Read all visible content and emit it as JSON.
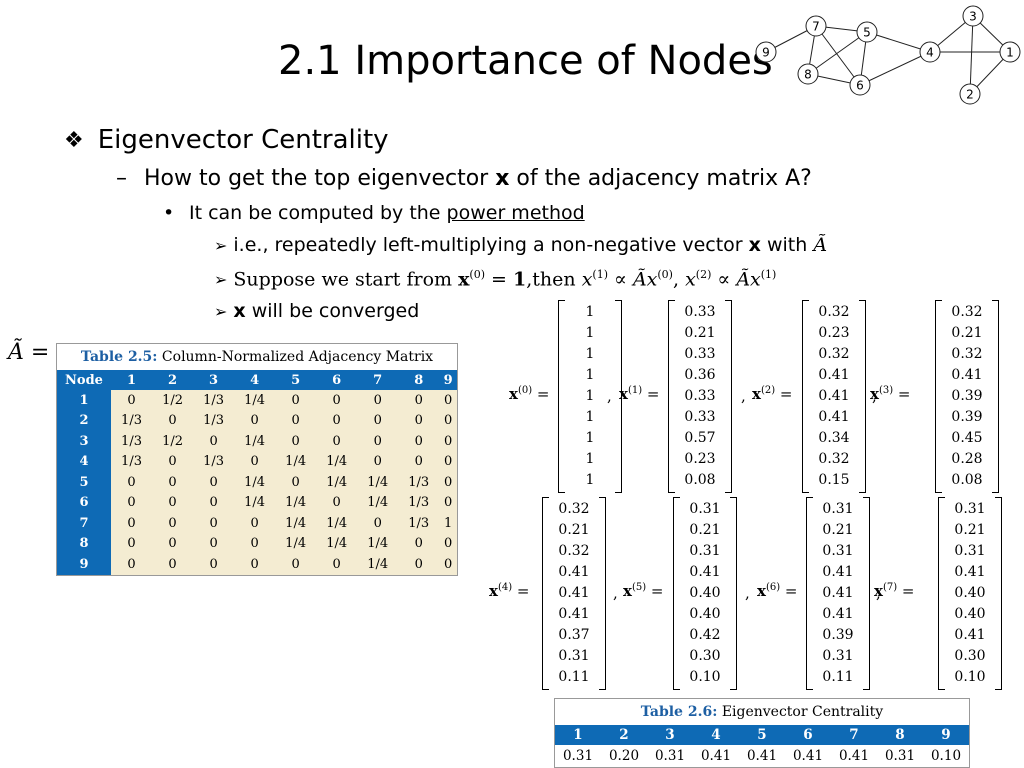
{
  "title": "2.1 Importance of Nodes",
  "graph": {
    "nodes": [
      "1",
      "2",
      "3",
      "4",
      "5",
      "6",
      "7",
      "8",
      "9"
    ],
    "edges": [
      [
        "9",
        "7"
      ],
      [
        "7",
        "5"
      ],
      [
        "7",
        "6"
      ],
      [
        "7",
        "8"
      ],
      [
        "8",
        "5"
      ],
      [
        "8",
        "6"
      ],
      [
        "5",
        "6"
      ],
      [
        "5",
        "4"
      ],
      [
        "6",
        "4"
      ],
      [
        "4",
        "3"
      ],
      [
        "4",
        "1"
      ],
      [
        "3",
        "1"
      ],
      [
        "3",
        "2"
      ],
      [
        "1",
        "2"
      ]
    ]
  },
  "bullets": {
    "l1": "Eigenvector Centrality",
    "l2": "How to get the top eigenvector x of the adjacency matrix A?",
    "l2_parts": {
      "pre": "How to get the top eigenvector ",
      "bold": "x",
      "post": " of the adjacency matrix A?"
    },
    "l3_pre": "It can be computed by the ",
    "l3_link": "power method",
    "l4a": {
      "pre": "i.e., repeatedly left-multiplying a non-negative vector ",
      "bold": "x",
      "mid": " with ",
      "sym": "Ã"
    },
    "l4b": {
      "text": "Suppose we start from ",
      "x0": "x",
      "sup0": "(0)",
      "eq1": " = ",
      "one": "1",
      "then": ",then ",
      "x1": "x",
      "sup1": "(1)",
      "prop": " ∝ ",
      "ax0": "Ãx",
      "comma": ", ",
      "x2": "x",
      "sup2": "(2)",
      "ax1": "Ãx"
    },
    "l4c": {
      "bold": "x",
      "rest": " will be converged"
    }
  },
  "a_tilde": {
    "sym": "Ã",
    "eq": " ="
  },
  "table25": {
    "label": "Table 2.5:",
    "caption": "Column-Normalized Adjacency Matrix",
    "header": [
      "Node",
      "1",
      "2",
      "3",
      "4",
      "5",
      "6",
      "7",
      "8",
      "9"
    ],
    "rows": [
      [
        "1",
        "0",
        "1/2",
        "1/3",
        "1/4",
        "0",
        "0",
        "0",
        "0",
        "0"
      ],
      [
        "2",
        "1/3",
        "0",
        "1/3",
        "0",
        "0",
        "0",
        "0",
        "0",
        "0"
      ],
      [
        "3",
        "1/3",
        "1/2",
        "0",
        "1/4",
        "0",
        "0",
        "0",
        "0",
        "0"
      ],
      [
        "4",
        "1/3",
        "0",
        "1/3",
        "0",
        "1/4",
        "1/4",
        "0",
        "0",
        "0"
      ],
      [
        "5",
        "0",
        "0",
        "0",
        "1/4",
        "0",
        "1/4",
        "1/4",
        "1/3",
        "0"
      ],
      [
        "6",
        "0",
        "0",
        "0",
        "1/4",
        "1/4",
        "0",
        "1/4",
        "1/3",
        "0"
      ],
      [
        "7",
        "0",
        "0",
        "0",
        "0",
        "1/4",
        "1/4",
        "0",
        "1/3",
        "1"
      ],
      [
        "8",
        "0",
        "0",
        "0",
        "0",
        "1/4",
        "1/4",
        "1/4",
        "0",
        "0"
      ],
      [
        "9",
        "0",
        "0",
        "0",
        "0",
        "0",
        "0",
        "1/4",
        "0",
        "0"
      ]
    ]
  },
  "vectors": [
    {
      "name": "x",
      "sup": "(0)",
      "values": [
        "1",
        "1",
        "1",
        "1",
        "1",
        "1",
        "1",
        "1",
        "1"
      ]
    },
    {
      "name": "x",
      "sup": "(1)",
      "values": [
        "0.33",
        "0.21",
        "0.33",
        "0.36",
        "0.33",
        "0.33",
        "0.57",
        "0.23",
        "0.08"
      ]
    },
    {
      "name": "x",
      "sup": "(2)",
      "values": [
        "0.32",
        "0.23",
        "0.32",
        "0.41",
        "0.41",
        "0.41",
        "0.34",
        "0.32",
        "0.15"
      ]
    },
    {
      "name": "x",
      "sup": "(3)",
      "values": [
        "0.32",
        "0.21",
        "0.32",
        "0.41",
        "0.39",
        "0.39",
        "0.45",
        "0.28",
        "0.08"
      ]
    },
    {
      "name": "x",
      "sup": "(4)",
      "values": [
        "0.32",
        "0.21",
        "0.32",
        "0.41",
        "0.41",
        "0.41",
        "0.37",
        "0.31",
        "0.11"
      ]
    },
    {
      "name": "x",
      "sup": "(5)",
      "values": [
        "0.31",
        "0.21",
        "0.31",
        "0.41",
        "0.40",
        "0.40",
        "0.42",
        "0.30",
        "0.10"
      ]
    },
    {
      "name": "x",
      "sup": "(6)",
      "values": [
        "0.31",
        "0.21",
        "0.31",
        "0.41",
        "0.41",
        "0.41",
        "0.39",
        "0.31",
        "0.11"
      ]
    },
    {
      "name": "x",
      "sup": "(7)",
      "values": [
        "0.31",
        "0.21",
        "0.31",
        "0.41",
        "0.40",
        "0.40",
        "0.41",
        "0.30",
        "0.10"
      ]
    }
  ],
  "vector_eq": "=",
  "vector_sep": ",",
  "table26": {
    "label": "Table 2.6:",
    "caption": "Eigenvector Centrality",
    "header": [
      "1",
      "2",
      "3",
      "4",
      "5",
      "6",
      "7",
      "8",
      "9"
    ],
    "values": [
      "0.31",
      "0.20",
      "0.31",
      "0.41",
      "0.41",
      "0.41",
      "0.41",
      "0.31",
      "0.10"
    ]
  }
}
